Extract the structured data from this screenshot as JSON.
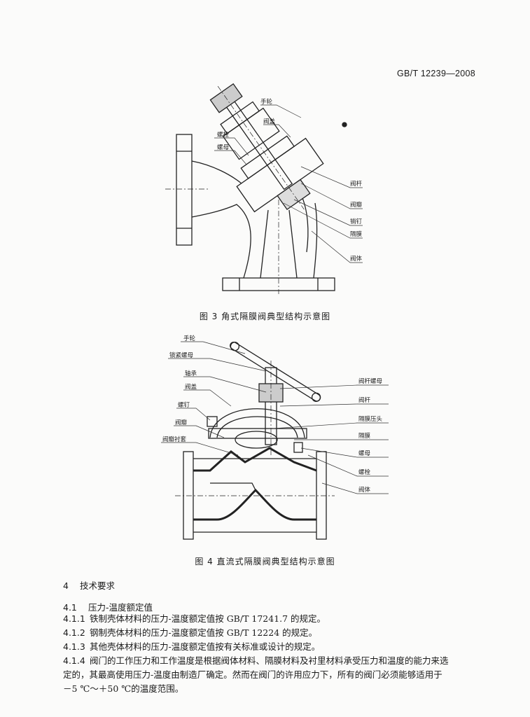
{
  "header": {
    "standard_code": "GB/T 12239—2008"
  },
  "figure3": {
    "caption": "图 3   角式隔膜阀典型结构示意图",
    "labels": {
      "handwheel": "手轮",
      "bonnet": "阀盖",
      "bolt": "螺栓",
      "nut": "螺母",
      "stem": "阀杆",
      "disc": "阀瓣",
      "pin": "销钉",
      "diaphragm": "隔膜",
      "body": "阀体"
    }
  },
  "figure4": {
    "caption": "图 4   直流式隔膜阀典型结构示意图",
    "labels": {
      "handwheel": "手轮",
      "lock_nut": "锁紧螺母",
      "bearing": "轴承",
      "bonnet": "阀盖",
      "screw": "螺钉",
      "disc": "阀瓣",
      "disc_liner": "阀瓣衬套",
      "stem_nut": "阀杆螺母",
      "stem": "阀杆",
      "compressor": "隔膜压头",
      "diaphragm": "隔膜",
      "nut": "螺母",
      "bolt": "螺栓",
      "body": "阀体"
    }
  },
  "section4": {
    "num": "4",
    "title": "技术要求"
  },
  "section41": {
    "num": "4.1",
    "title": "压力-温度额定值"
  },
  "clauses": [
    {
      "num": "4.1.1",
      "text": "铁制壳体材料的压力-温度额定值按 GB/T 17241.7 的规定。"
    },
    {
      "num": "4.1.2",
      "text": "钢制壳体材料的压力-温度额定值按 GB/T 12224 的规定。"
    },
    {
      "num": "4.1.3",
      "text": "其他壳体材料的压力-温度额定值按有关标准或设计的规定。"
    }
  ],
  "clause414": {
    "num": "4.1.4",
    "line1": "阀门的工作压力和工作温度是根据阀体材料、隔膜材料及衬里材料承受压力和温度的能力来选",
    "line2": "定的，其最高使用压力-温度由制造厂确定。然而在阀门的许用应力下，所有的阀门必须能够适用于",
    "line3": "－5 ℃～＋50 ℃的温度范围。"
  }
}
